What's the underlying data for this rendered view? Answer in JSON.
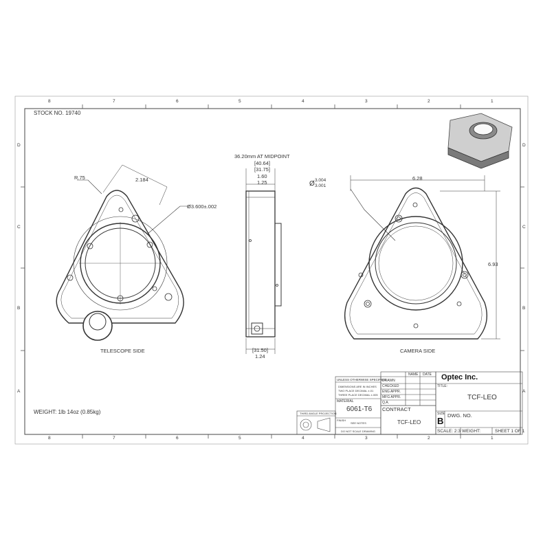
{
  "zone_columns": [
    "8",
    "7",
    "6",
    "5",
    "4",
    "3",
    "2",
    "1"
  ],
  "zone_rows": [
    "D",
    "C",
    "B",
    "A"
  ],
  "stock_no": "STOCK NO. 19740",
  "weight_note": "WEIGHT: 1lb 14oz (0.85kg)",
  "telescope_view": {
    "label": "TELESCOPE SIDE",
    "radius": "R.75",
    "dim_width": "2.184",
    "dim_diameter": "Ø3.600±.002"
  },
  "side_view": {
    "note": "36.20mm AT MIDPOINT",
    "dim_a_mm": "[40.64]",
    "dim_b_mm": "[31.75]",
    "dim_a": "1.60",
    "dim_b": "1.25",
    "dim_bottom_mm": "[31.50]",
    "dim_bottom": "1.24"
  },
  "camera_view": {
    "label": "CAMERA SIDE",
    "dim_diameter_symbol": "Ø",
    "dim_diameter_upper": "3.004",
    "dim_diameter_lower": "3.001",
    "dim_width": "6.28",
    "dim_height": "6.93"
  },
  "title_block": {
    "company": "Optec Inc.",
    "col_name": "NAME",
    "col_date": "DATE",
    "rows": [
      "DRAWN",
      "CHECKED",
      "ENG APPR.",
      "MFG APPR.",
      "Q.A."
    ],
    "unless": "UNLESS OTHERWISE SPECIFIED:",
    "tol1": "DIMENSIONS ARE IN INCHES",
    "tol2": "TWO PLACE DECIMAL  ±.01",
    "tol3": "THREE PLACE DECIMAL  ±.005",
    "material_label": "MATERIAL",
    "material": "6061-T6",
    "finish_label": "FINISH",
    "finish": "SEE NOTES",
    "no_scale": "DO NOT SCALE DRAWING",
    "projection": "THIRD ANGLE PROJECTION",
    "contract_label": "CONTRACT",
    "contract": "TCF-LEO",
    "title_label": "TITLE:",
    "title": "TCF-LEO",
    "size_label": "SIZE",
    "size": "B",
    "dwg_no_label": "DWG.  NO.",
    "scale": "SCALE: 2:3",
    "weight": "WEIGHT:",
    "sheet": "SHEET 1 OF 1"
  }
}
